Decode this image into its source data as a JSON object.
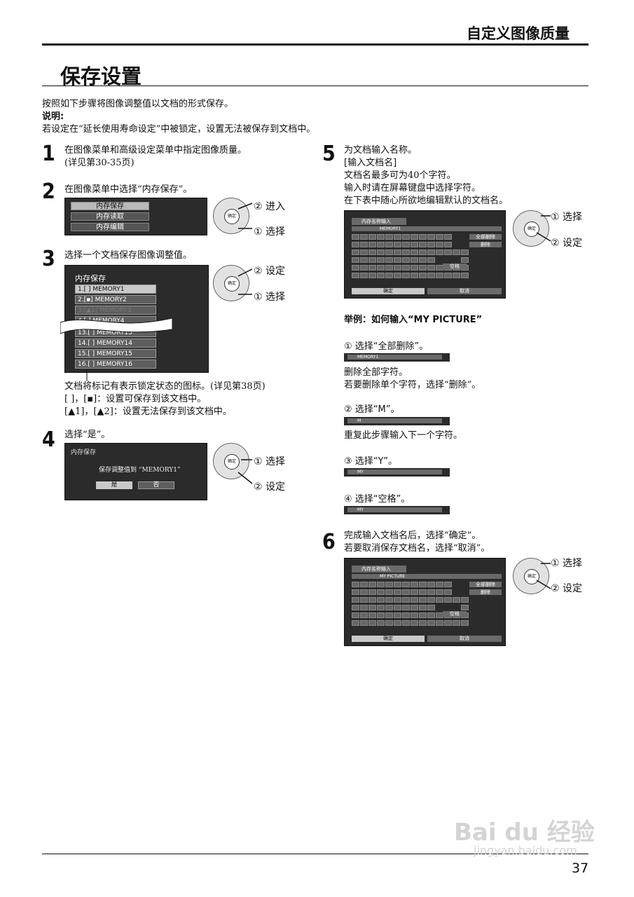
{
  "header": {
    "title": "自定义图像质量"
  },
  "section": {
    "title": "保存设置"
  },
  "intro": {
    "line1": "按照如下步骤将图像调整值以文档的形式保存。",
    "note_label": "说明:",
    "note_text": "若设定在“延长使用寿命设定”中被锁定，设置无法被保存到文档中。"
  },
  "step1": {
    "num": "1",
    "line1": "在图像菜单和高级设定菜单中指定图像质量。",
    "line2": "(详见第30-35页)"
  },
  "step2": {
    "num": "2",
    "text": "在图像菜单中选择“内存保存”。",
    "menu": [
      "内存保存",
      "内存读取",
      "内存编辑"
    ],
    "callout_enter": "② 进入",
    "callout_select": "① 选择"
  },
  "step3": {
    "num": "3",
    "text": "选择一个文档保存图像调整值。",
    "screen_title": "内存保存",
    "items": [
      "1.[  ]   MEMORY1",
      "2.[▪]   MEMORY2",
      "3.[▲1]   MEMORY3",
      "4.[  ]   MEMORY4",
      "13.[  ]  MEMORY13",
      "14.[  ]  MEMORY14",
      "15.[  ]  MEMORY15",
      "16.[  ]  MEMORY16"
    ],
    "callout_set": "② 设定",
    "callout_select": "① 选择",
    "note1": "文档将标记有表示锁定状态的图标。(详见第38页)",
    "note2": "[   ]，[▪]：设置可保存到该文档中。",
    "note3": "[▲1]，[▲2]：设置无法保存到该文档中。"
  },
  "step4": {
    "num": "4",
    "text": "选择“是”。",
    "screen_title": "内存保存",
    "message": "保存调整值到 “MEMORY1”",
    "yes": "是",
    "no": "否",
    "callout_select": "① 选择",
    "callout_set": "② 设定"
  },
  "step5": {
    "num": "5",
    "line1": "为文档输入名称。",
    "line2": "[输入文档名]",
    "line3": "文档名最多可为40个字符。",
    "line4": "输入时请在屏幕键盘中选择字符。",
    "line5": "在下表中随心所欲地编辑默认的文档名。",
    "kbd_title": "内存名称输入",
    "kbd_value": "MEMORY1",
    "kbd_clear": "全部删除",
    "kbd_delete": "删除",
    "kbd_space": "空格",
    "kbd_ok": "确定",
    "kbd_cancel": "取消",
    "callout_select": "① 选择",
    "callout_set": "② 设定",
    "example_title": "举例：如何输入“MY PICTURE”",
    "ex1": "① 选择“全部删除”。",
    "ex1_bar": "MEMORY1",
    "ex1_note1": "删除全部字符。",
    "ex1_note2": "若要删除单个字符，选择“删除”。",
    "ex2": "② 选择“M”。",
    "ex2_bar": "M",
    "ex2_note": "重复此步骤输入下一个字符。",
    "ex3": "③ 选择“Y”。",
    "ex3_bar": "MY",
    "ex4": "④ 选择“空格”。",
    "ex4_bar": "MY"
  },
  "step6": {
    "num": "6",
    "line1": "完成输入文档名后，选择“确定”。",
    "line2": "若要取消保存文档名，选择“取消”。",
    "kbd_title": "内存名称输入",
    "kbd_value": "MY PICTURE",
    "kbd_clear": "全部删除",
    "kbd_delete": "删除",
    "kbd_space": "空格",
    "kbd_ok": "确定",
    "kbd_cancel": "取消",
    "callout_select": "① 选择",
    "callout_set": "② 设定"
  },
  "remote_center": "确定",
  "footer": {
    "page": "37",
    "watermark": "Bai du 经验",
    "watermark_url": "jingyan.baidu.com"
  }
}
